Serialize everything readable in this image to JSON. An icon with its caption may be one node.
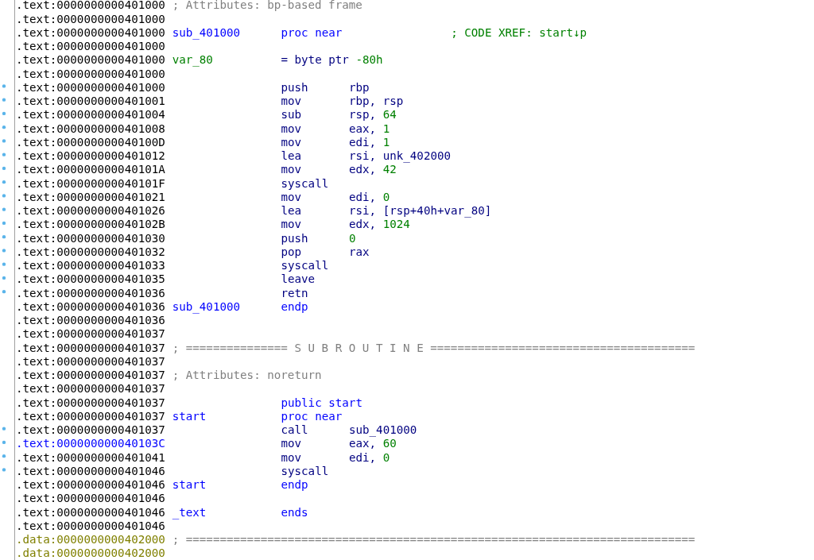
{
  "diagram": {
    "labels": [
      ".text:0000000000401000",
      "; Attributes: bp-based frame",
      ".text:0000000000401000",
      ".text:0000000000401000",
      "sub_401000",
      "proc near",
      "; CODE XREF: start↓p",
      ".text:0000000000401000",
      ".text:0000000000401000",
      "var_80",
      "= byte ptr",
      "-80h",
      ".text:0000000000401000",
      ".text:0000000000401000",
      "push",
      "rbp",
      ".text:0000000000401001",
      "mov",
      "rbp, rsp",
      ".text:0000000000401004",
      "sub",
      "rsp,",
      "64",
      ".text:0000000000401008",
      "mov",
      "eax,",
      "1",
      ".text:000000000040100D",
      "mov",
      "edi,",
      "1",
      ".text:0000000000401012",
      "lea",
      "rsi, unk_402000",
      ".text:000000000040101A",
      "mov",
      "edx,",
      "42",
      ".text:000000000040101F",
      "syscall",
      ".text:0000000000401021",
      "mov",
      "edi,",
      "0",
      ".text:0000000000401026",
      "lea",
      "rsi, [rsp+40h+var_80]",
      ".text:000000000040102B",
      "mov",
      "edx,",
      "1024",
      ".text:0000000000401030",
      "push",
      "0",
      ".text:0000000000401032",
      "pop",
      "rax",
      ".text:0000000000401033",
      "syscall",
      ".text:0000000000401035",
      "leave",
      ".text:0000000000401036",
      "retn",
      ".text:0000000000401036",
      "sub_401000",
      "endp",
      ".text:0000000000401036",
      ".text:0000000000401037",
      ".text:0000000000401037",
      "; =============== S U B R O U T I N E =======================================",
      ".text:0000000000401037",
      ".text:0000000000401037",
      "; Attributes: noreturn",
      ".text:0000000000401037",
      ".text:0000000000401037",
      "public start",
      ".text:0000000000401037",
      "start",
      "proc near",
      ".text:0000000000401037",
      "call",
      "sub_401000",
      ".text:000000000040103C",
      "mov",
      "eax,",
      "60",
      ".text:0000000000401041",
      "mov",
      "edi,",
      "0",
      ".text:0000000000401046",
      "syscall",
      ".text:0000000000401046",
      "start",
      "endp",
      ".text:0000000000401046",
      ".text:0000000000401046",
      "_text",
      "ends",
      ".text:0000000000401046",
      ".data:0000000000402000",
      "; ===========================================================================",
      ".data:0000000000402000"
    ]
  }
}
